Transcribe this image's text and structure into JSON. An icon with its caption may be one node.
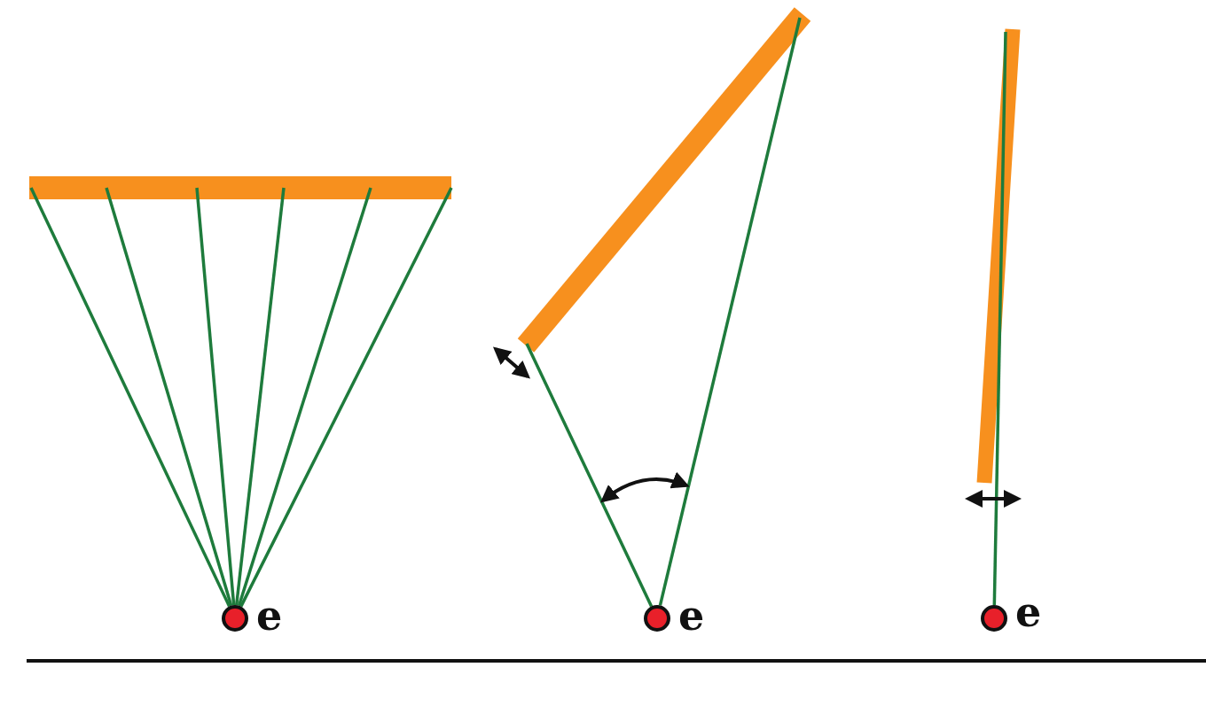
{
  "diagram": {
    "nodes": [
      {
        "text": [],
        "shape": "bar"
      },
      {
        "text": [],
        "shape": "circle",
        "beside": [
          "e"
        ]
      },
      {
        "text": [],
        "shape": "bar"
      },
      {
        "text": [],
        "shape": "circle",
        "beside": [
          "e"
        ]
      },
      {
        "text": [],
        "shape": "bar"
      },
      {
        "text": [],
        "shape": "circle",
        "beside": [
          "e"
        ]
      }
    ],
    "edges": [
      {
        "from": 1,
        "to": 0,
        "arrow": "none"
      },
      {
        "from": 1,
        "to": 0,
        "arrow": "none"
      },
      {
        "from": 1,
        "to": 0,
        "arrow": "none"
      },
      {
        "from": 1,
        "to": 0,
        "arrow": "none"
      },
      {
        "from": 1,
        "to": 0,
        "arrow": "none"
      },
      {
        "from": 1,
        "to": 0,
        "arrow": "none"
      },
      {
        "from": 3,
        "to": 2,
        "arrow": "none"
      },
      {
        "from": 3,
        "to": 2,
        "arrow": "none"
      },
      {
        "from": 5,
        "to": 4,
        "arrow": "none"
      }
    ]
  }
}
